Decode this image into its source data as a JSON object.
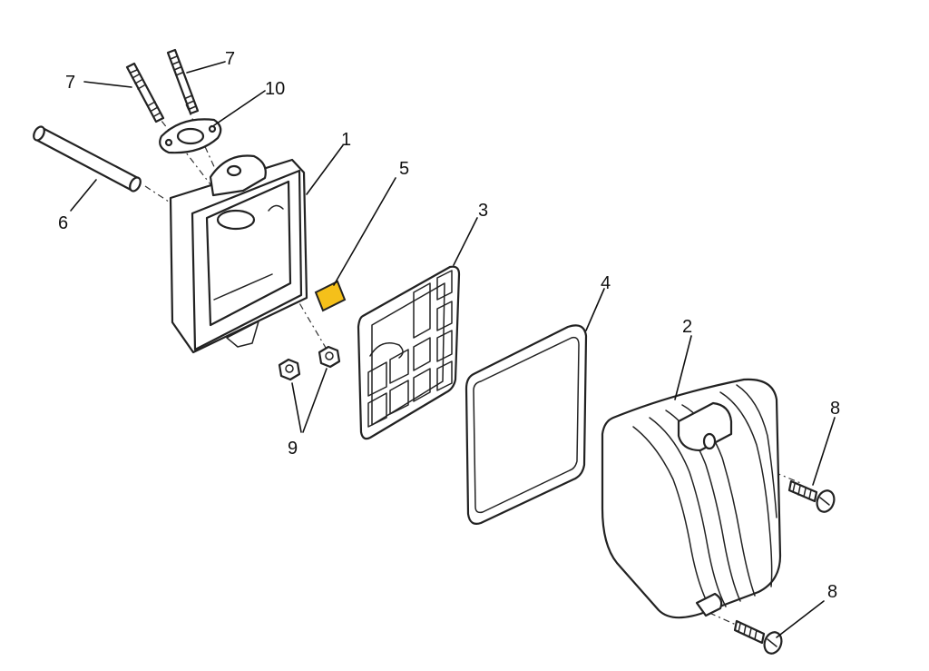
{
  "callouts": {
    "c1": "1",
    "c2": "2",
    "c3": "3",
    "c4": "4",
    "c5": "5",
    "c6": "6",
    "c7a": "7",
    "c7b": "7",
    "c8a": "8",
    "c8b": "8",
    "c9": "9",
    "c10": "10"
  },
  "colors": {
    "line": "#222222",
    "highlight": "#f5c01a",
    "background": "#ffffff"
  }
}
